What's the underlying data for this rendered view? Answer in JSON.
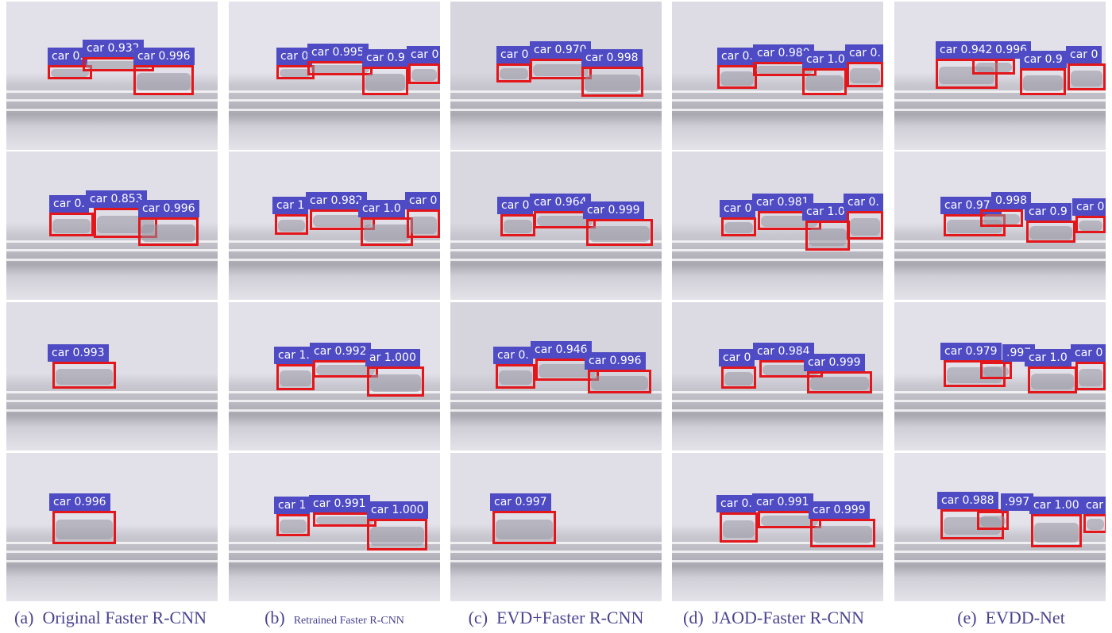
{
  "captions": [
    {
      "letter": "(a)",
      "title": "Original Faster R-CNN",
      "size": "lg"
    },
    {
      "letter": "(b)",
      "title": "Retrained Faster R-CNN",
      "size": "sm"
    },
    {
      "letter": "(c)",
      "title": "EVD+Faster R-CNN",
      "size": "lg"
    },
    {
      "letter": "(d)",
      "title": "JAOD-Faster R-CNN",
      "size": "lg"
    },
    {
      "letter": "(e)",
      "title": "EVDD-Net",
      "size": "lg"
    }
  ],
  "colors": {
    "box": "#e3161b",
    "tag": "#4e4bc4",
    "tag_text": "#ffffff",
    "caption": "#4a4390"
  },
  "rows": [
    [
      {
        "tone": "#e2e0e8",
        "boxes": [
          [
            "car 0.",
            60,
            60,
            56,
            28,
            60,
            58
          ],
          [
            "car 0.932",
            104,
            50,
            90,
            22,
            104,
            74
          ],
          [
            "car 0.996",
            168,
            60,
            76,
            60,
            168,
            120
          ]
        ]
      },
      {
        "tone": "#e4e2ea",
        "boxes": [
          [
            "car 0",
            348,
            60,
            48,
            24,
            348,
            58
          ],
          [
            "car 0.995",
            387,
            55,
            82,
            22,
            387,
            70
          ],
          [
            "car 0.9",
            456,
            62,
            58,
            40,
            456,
            120
          ],
          [
            "car 0",
            512,
            58,
            40,
            22,
            514,
            106
          ]
        ]
      },
      {
        "tone": "#d7d6de",
        "boxes": [
          [
            "car 0",
            625,
            58,
            44,
            26,
            625,
            104
          ],
          [
            "car 0.970",
            667,
            52,
            78,
            22,
            667,
            100
          ],
          [
            "car 0.998",
            732,
            62,
            78,
            60,
            732,
            122
          ]
        ]
      },
      {
        "tone": "#dddbe3",
        "boxes": [
          [
            "car 0.",
            903,
            60,
            50,
            26,
            903,
            112
          ],
          [
            "car 0.980",
            948,
            56,
            80,
            22,
            948,
            94
          ],
          [
            "car 1.0",
            1010,
            64,
            56,
            52,
            1010,
            120
          ],
          [
            "car 0.",
            1064,
            56,
            46,
            22,
            1066,
            110
          ]
        ]
      },
      {
        "tone": "#e2e0e8",
        "boxes": [
          [
            "car 0.942",
            1178,
            52,
            78,
            22,
            1178,
            112
          ],
          [
            "0.996",
            1248,
            52,
            54,
            22,
            1224,
            94
          ],
          [
            "car 0.9",
            1284,
            64,
            58,
            52,
            1284,
            120
          ],
          [
            "car 0",
            1342,
            58,
            52,
            22,
            1344,
            114
          ]
        ]
      }
    ],
    [
      {
        "tone": "#e0dee6",
        "boxes": [
          [
            "car 0.",
            62,
            246,
            56,
            28,
            62,
            298
          ],
          [
            "car 0.853",
            108,
            240,
            80,
            22,
            118,
            300
          ],
          [
            "car 0.996",
            174,
            252,
            76,
            58,
            174,
            310
          ]
        ]
      },
      {
        "tone": "#e2e0e8",
        "boxes": [
          [
            "car 1",
            343,
            248,
            42,
            22,
            346,
            296
          ],
          [
            "car 0.982",
            385,
            242,
            82,
            22,
            390,
            290
          ],
          [
            "car 1.0",
            451,
            252,
            66,
            50,
            454,
            310
          ],
          [
            "car 0",
            510,
            242,
            42,
            22,
            512,
            300
          ]
        ]
      },
      {
        "tone": "#d9d8e0",
        "boxes": [
          [
            "car 0",
            626,
            248,
            44,
            26,
            630,
            298
          ],
          [
            "car 0.964",
            667,
            244,
            78,
            22,
            672,
            288
          ],
          [
            "car 0.999",
            734,
            254,
            84,
            56,
            738,
            310
          ]
        ]
      },
      {
        "tone": "#dddbe3",
        "boxes": [
          [
            "car 0",
            906,
            252,
            44,
            26,
            908,
            298
          ],
          [
            "car 0.981",
            947,
            244,
            80,
            22,
            954,
            290
          ],
          [
            "car 1.0",
            1010,
            256,
            56,
            54,
            1014,
            316
          ],
          [
            "car 0.",
            1062,
            244,
            48,
            22,
            1066,
            302
          ]
        ]
      },
      {
        "tone": "#e2e0e8",
        "boxes": [
          [
            "car 0.977",
            1184,
            248,
            78,
            22,
            1188,
            298
          ],
          [
            "0.998",
            1248,
            242,
            54,
            22,
            1234,
            286
          ],
          [
            "car 0.9",
            1290,
            256,
            62,
            50,
            1292,
            306
          ],
          [
            "car 0",
            1350,
            250,
            44,
            22,
            1354,
            294
          ]
        ]
      }
    ],
    [
      {
        "tone": "#dfdde5",
        "boxes": [
          [
            "car 0.993",
            60,
            434,
            80,
            22,
            66,
            490
          ]
        ]
      },
      {
        "tone": "#e2e0e8",
        "boxes": [
          [
            "car 1.",
            345,
            437,
            48,
            22,
            348,
            492
          ],
          [
            "car 0.992",
            390,
            432,
            82,
            22,
            394,
            476
          ],
          [
            "ar 1.000",
            460,
            440,
            72,
            22,
            462,
            500
          ]
        ]
      },
      {
        "tone": "#d6d5dd",
        "boxes": [
          [
            "car 0.",
            621,
            437,
            50,
            22,
            624,
            490
          ],
          [
            "car 0.946",
            668,
            430,
            80,
            22,
            674,
            480
          ],
          [
            "car 0.996",
            736,
            444,
            80,
            22,
            740,
            496
          ]
        ]
      },
      {
        "tone": "#dcdae2",
        "boxes": [
          [
            "car 0",
            905,
            440,
            44,
            22,
            908,
            490
          ],
          [
            "car 0.984",
            948,
            432,
            80,
            22,
            956,
            476
          ],
          [
            "car 0.999",
            1012,
            446,
            82,
            22,
            1016,
            496
          ]
        ]
      },
      {
        "tone": "#e2e0e8",
        "boxes": [
          [
            "car 0.979",
            1184,
            432,
            78,
            22,
            1188,
            488
          ],
          [
            ".997",
            1262,
            434,
            40,
            22,
            1234,
            478
          ],
          [
            "car 1.0",
            1290,
            440,
            62,
            22,
            1294,
            496
          ],
          [
            "car 0",
            1348,
            434,
            46,
            22,
            1354,
            492
          ]
        ]
      }
    ],
    [
      {
        "tone": "#e2e0e8",
        "boxes": [
          [
            "car 0.996",
            62,
            622,
            80,
            22,
            66,
            686
          ]
        ]
      },
      {
        "tone": "#e4e2ea",
        "boxes": [
          [
            "car 1",
            345,
            626,
            42,
            22,
            348,
            676
          ],
          [
            "car 0.991",
            389,
            624,
            80,
            22,
            394,
            664
          ],
          [
            "car 1.000",
            462,
            632,
            76,
            22,
            462,
            694
          ]
        ]
      },
      {
        "tone": "#e0dee6",
        "boxes": [
          [
            "car 0.997",
            617,
            622,
            80,
            22,
            620,
            686
          ]
        ]
      },
      {
        "tone": "#e2e0e8",
        "boxes": [
          [
            "car 0.",
            902,
            624,
            48,
            22,
            906,
            684
          ],
          [
            "car 0.991",
            947,
            622,
            80,
            22,
            954,
            666
          ],
          [
            "car 0.999",
            1018,
            632,
            82,
            22,
            1020,
            690
          ]
        ]
      },
      {
        "tone": "#e4e2ea",
        "boxes": [
          [
            "car 0.988",
            1180,
            620,
            80,
            22,
            1184,
            680
          ],
          [
            ".997",
            1260,
            622,
            40,
            22,
            1230,
            668
          ],
          [
            "car 1.00",
            1296,
            626,
            64,
            22,
            1298,
            690
          ],
          [
            "car",
            1362,
            626,
            32,
            22,
            1364,
            672
          ]
        ]
      }
    ]
  ]
}
